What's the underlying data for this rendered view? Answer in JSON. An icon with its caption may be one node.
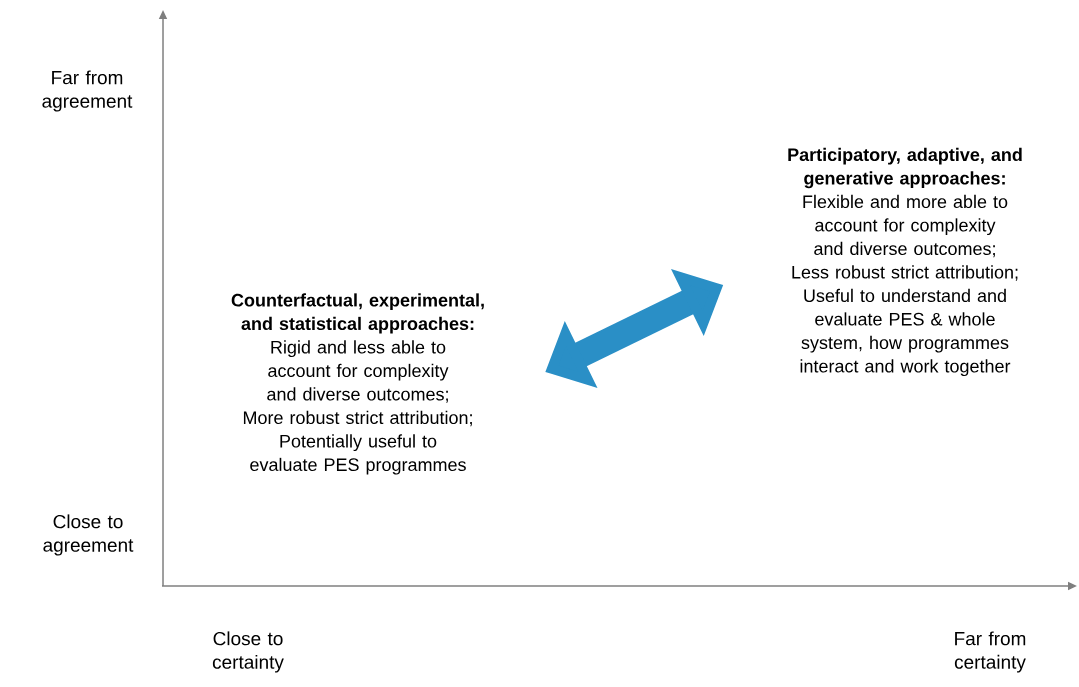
{
  "diagram": {
    "nodes": [
      {
        "text": [
          "Counterfactual, experimental, and statistical approaches:",
          "Rigid and less able to account for complexity and diverse outcomes;",
          "More robust strict attribution;",
          "Potentially useful to evaluate PES programmes"
        ]
      },
      {
        "text": [
          "Participatory, adaptive, and generative approaches:",
          "Flexible and more able to account for complexity and diverse outcomes;",
          "Less robust strict attribution;",
          "Useful to understand and evaluate PES & whole system, how programmes interact and work together"
        ]
      }
    ],
    "edges": [
      {
        "from": 0,
        "to": 1,
        "arrow": "both",
        "color": "#2a8fc6"
      }
    ],
    "labels": [
      "Far from agreement",
      "Close to agreement",
      "Close to certainty",
      "Far from certainty"
    ]
  }
}
